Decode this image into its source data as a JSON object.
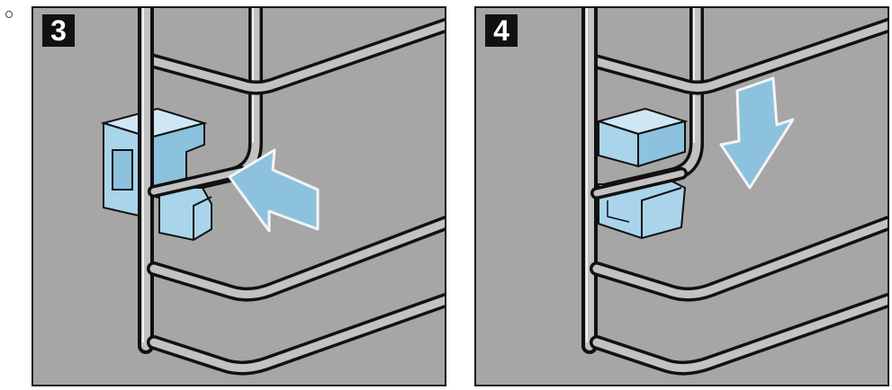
{
  "steps": [
    {
      "number": "3",
      "action": "push-in"
    },
    {
      "number": "4",
      "action": "push-down"
    }
  ],
  "colors": {
    "background": "#a6a6a6",
    "rail": "#b8b8b8",
    "rail_outline": "#111111",
    "clip": "#a9d4ea",
    "arrow": "#8cc2de",
    "badge": "#111111"
  }
}
